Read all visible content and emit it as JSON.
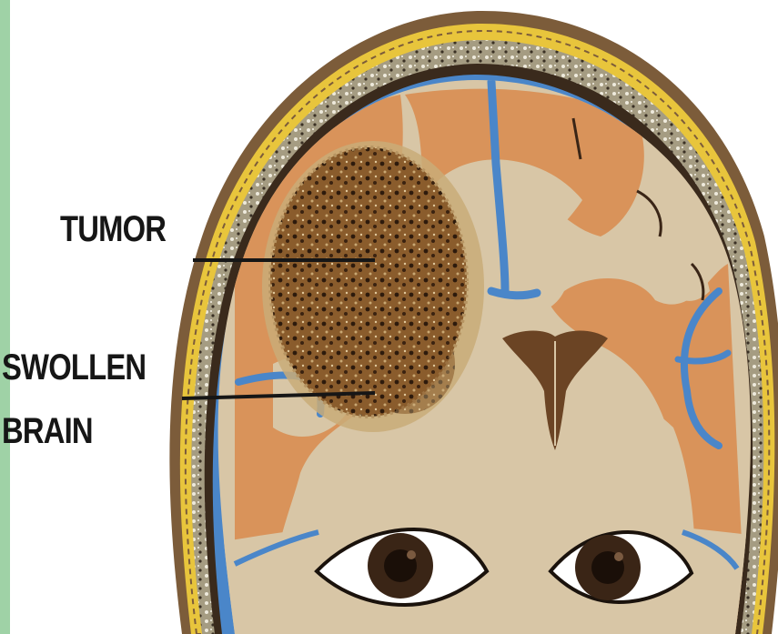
{
  "labels": {
    "tumor": "TUMOR",
    "swollen_line1": "SWOLLEN",
    "swollen_line2": "BRAIN"
  },
  "colors": {
    "left_strip": "#9fd2a6",
    "scalp": "#8b6a45",
    "skull_yellow": "#f0d24a",
    "skull_bone": "#b8b19b",
    "meninges_blue": "#4a86c9",
    "brain_orange": "#d9935a",
    "white_matter": "#d8c6a6",
    "ventricle": "#6b4424",
    "tumor": "#6a4622",
    "eye_dark": "#3a2516"
  },
  "icons": [
    "head-cross-section",
    "tumor-mass",
    "ventricle",
    "left-eye",
    "right-eye"
  ]
}
